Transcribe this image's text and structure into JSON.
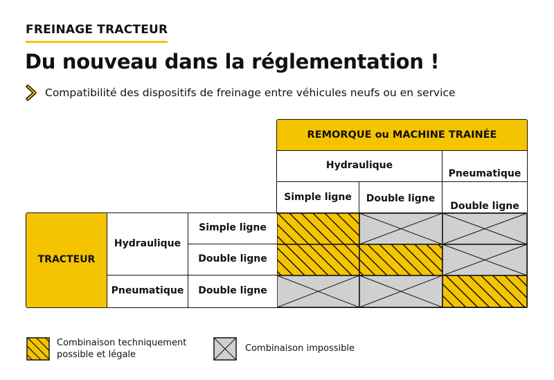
{
  "header": {
    "kicker": "FREINAGE TRACTEUR",
    "title": "Du nouveau dans la réglementation !",
    "subtitle": "Compatibilité des dispositifs de freinage entre véhicules neufs ou en service"
  },
  "table": {
    "trailer_header": "REMORQUE ou MACHINE TRAINÉE",
    "trailer_groups": [
      "Hydraulique",
      "Pneumatique"
    ],
    "trailer_columns": [
      "Simple ligne",
      "Double ligne",
      "Double ligne"
    ],
    "tractor_header": "TRACTEUR",
    "tractor_groups": [
      "Hydraulique",
      "Pneumatique"
    ],
    "tractor_rows": [
      "Simple ligne",
      "Double ligne",
      "Double ligne"
    ],
    "matrix": [
      [
        "possible",
        "impossible",
        "impossible"
      ],
      [
        "possible",
        "possible",
        "impossible"
      ],
      [
        "impossible",
        "impossible",
        "possible"
      ]
    ]
  },
  "legend": {
    "possible": "Combinaison techniquement possible et légale",
    "impossible": "Combinaison impossible"
  },
  "colors": {
    "accent": "#f5c400",
    "impossible_fill": "#d0d0d0",
    "line": "#111111"
  }
}
